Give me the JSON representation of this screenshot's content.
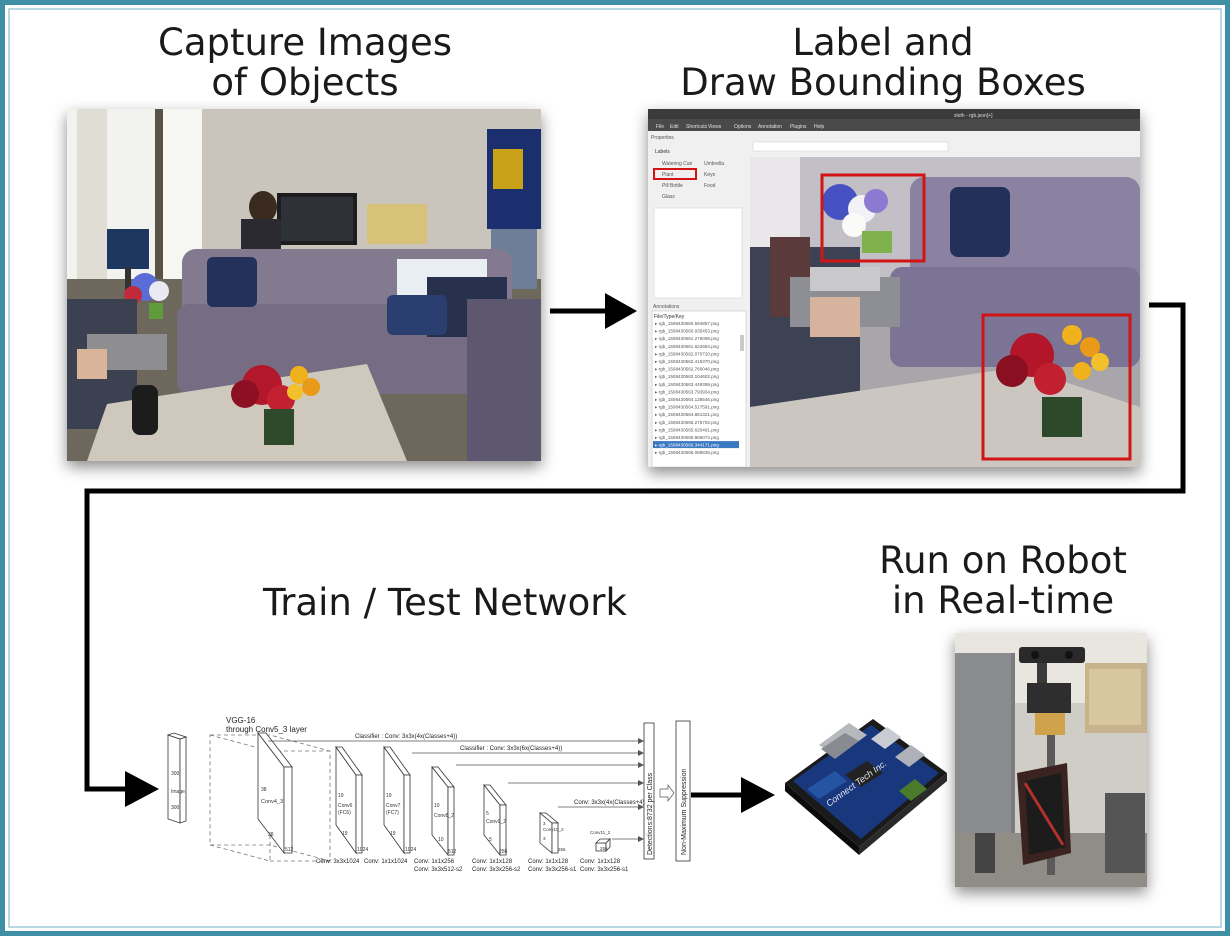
{
  "stages": {
    "capture": {
      "title_line1": "Capture Images",
      "title_line2": "of Objects"
    },
    "label": {
      "title_line1": "Label and",
      "title_line2": "Draw Bounding Boxes"
    },
    "train": {
      "title": "Train / Test Network"
    },
    "robot": {
      "title_line1": "Run on Robot",
      "title_line2": "in Real-time"
    }
  },
  "label_tool": {
    "window_title": "sloth - rgb.json[+]",
    "menu": [
      "File",
      "Edit",
      "Shortcuts",
      "Views",
      "Options",
      "Annotation",
      "Plugins",
      "Help"
    ],
    "properties_label": "Properties",
    "labels_header": "Labels",
    "label_buttons": [
      {
        "text": "Watering Can",
        "selected": false
      },
      {
        "text": "Umbrella",
        "selected": false
      },
      {
        "text": "Plant",
        "selected": true
      },
      {
        "text": "Keys",
        "selected": false
      },
      {
        "text": "Pill Bottle",
        "selected": false
      },
      {
        "text": "Food",
        "selected": false
      },
      {
        "text": "Glass",
        "selected": false
      }
    ],
    "annotations_label": "Annotations",
    "file_list_header": "File/Type/Key",
    "files": [
      "rgb_1508430560.584857.png",
      "rgb_1508430560.935453.png",
      "rgb_1508430561.276098.png",
      "rgb_1508430561.622684.png",
      "rgb_1508430562.070720.png",
      "rgb_1508430562.415370.png",
      "rgb_1508430562.760046.png",
      "rgb_1508430563.104602.png",
      "rgb_1508430563.449399.png",
      "rgb_1508430563.793934.png",
      "rgb_1508430564.138546.png",
      "rgb_1508430564.517591.png",
      "rgb_1508430564.861321.png",
      "rgb_1508430565.275702.png",
      "rgb_1508430565.620491.png",
      "rgb_1508430565.965072.png",
      "rgb_1508430566.344171.png",
      "rgb_1508430566.088835.png"
    ],
    "selected_file_index": 16
  },
  "network": {
    "vgg_label_line1": "VGG-16",
    "vgg_label_line2": "through Conv5_3 layer",
    "image_block": {
      "top": "300",
      "mid": "Image",
      "bottom": "300"
    },
    "conv4_block": {
      "a": "38",
      "name": "Conv4_3",
      "b": "38",
      "c": "512"
    },
    "fc6_block": {
      "a": "19",
      "name": "Conv6",
      "name2": "(FC6)",
      "b": "19",
      "c": "1024"
    },
    "fc7_block": {
      "a": "19",
      "name": "Conv7",
      "name2": "(FC7)",
      "b": "19",
      "c": "1024"
    },
    "conv8_block": {
      "a": "10",
      "name": "Conv8_2",
      "b": "10",
      "c": "512"
    },
    "conv9_block": {
      "a": "5",
      "name": "Conv9_2",
      "b": "5",
      "c": "256"
    },
    "conv10_block": {
      "a": "3",
      "name": "Conv10_2",
      "b": "3",
      "c": "256"
    },
    "conv11_block": {
      "name": "Conv11_2",
      "c": "256"
    },
    "classifier_top": "Classifier : Conv: 3x3x(4x(Classes+4))",
    "classifier_mid": "Classifier : Conv: 3x3x(6x(Classes+4))",
    "classifier_low": "Conv: 3x3x(4x(Classes+4))",
    "conv_labels": [
      {
        "line1": "Conv: 3x3x1024",
        "line2": ""
      },
      {
        "line1": "Conv: 1x1x1024",
        "line2": ""
      },
      {
        "line1": "Conv: 1x1x256",
        "line2": "Conv: 3x3x512-s2"
      },
      {
        "line1": "Conv: 1x1x128",
        "line2": "Conv: 3x3x256-s2"
      },
      {
        "line1": "Conv: 1x1x128",
        "line2": "Conv: 3x3x256-s1"
      },
      {
        "line1": "Conv: 1x1x128",
        "line2": "Conv: 3x3x256-s1"
      }
    ],
    "detections_label": "Detections:8732  per Class",
    "nms_label": "Non-Maximum Suppression"
  },
  "board": {
    "brand": "Connect Tech Inc."
  },
  "colors": {
    "frame": "#3f8fa6",
    "bbox": "#d21414",
    "arrow": "#000000",
    "selection": "#3a78c2"
  }
}
